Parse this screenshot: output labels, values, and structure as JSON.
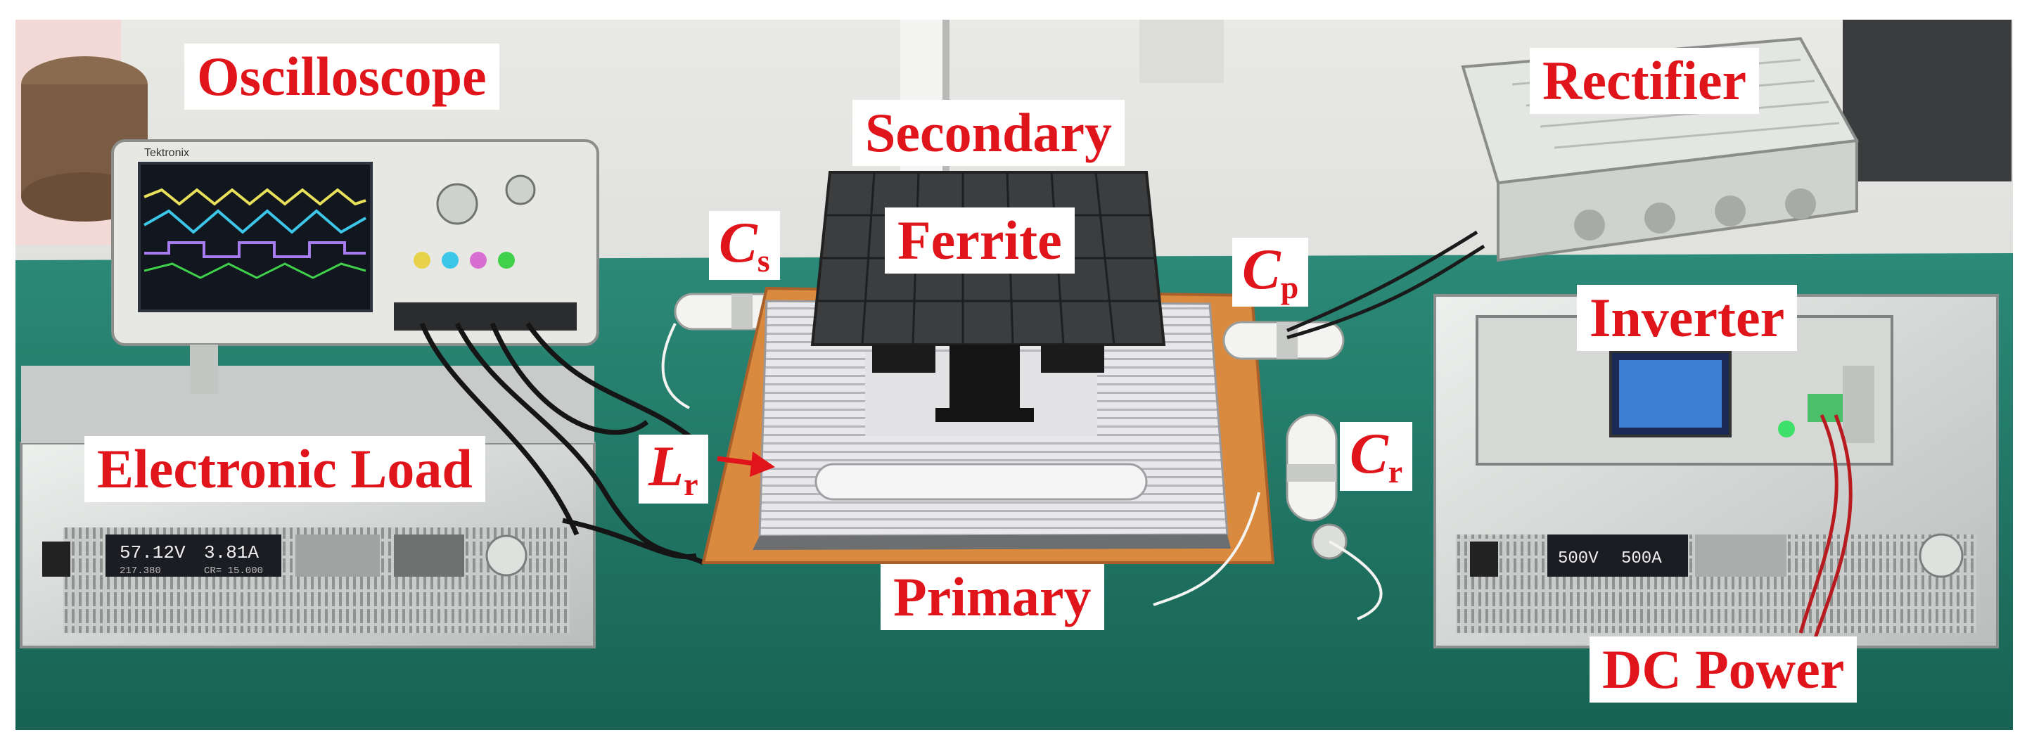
{
  "labels": {
    "oscilloscope": "Oscilloscope",
    "secondary": "Secondary",
    "ferrite": "Ferrite",
    "rectifier": "Rectifier",
    "inverter": "Inverter",
    "electronic_load": "Electronic Load",
    "primary": "Primary",
    "dc_power": "DC Power",
    "cs": {
      "main": "C",
      "sub": "s"
    },
    "cp": {
      "main": "C",
      "sub": "p"
    },
    "cr": {
      "main": "C",
      "sub": "r"
    },
    "lr": {
      "main": "L",
      "sub": "r"
    }
  },
  "displays": {
    "load_voltage": "57.12V",
    "load_current": "3.81A",
    "load_sub_left": "217.380",
    "load_sub_right": "CR= 15.000",
    "dc_voltage": "500V",
    "dc_current": "500A",
    "oscilloscope_brand": "Tektronix"
  },
  "colors": {
    "label_text": "#e0141b",
    "table_surface": "#1f7a6a",
    "instrument_body": "#d9dbd8",
    "ferrite": "#3b3d3f",
    "primary_board": "#d98a3e"
  }
}
